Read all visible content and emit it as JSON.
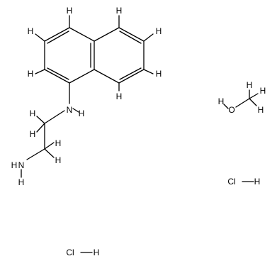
{
  "structure": {
    "ring_hydrogens": [
      "H",
      "H",
      "H",
      "H",
      "H",
      "H",
      "H"
    ],
    "amine_n": "N",
    "amine_h": "H",
    "chain_hydrogens": [
      "H",
      "H",
      "H",
      "H"
    ],
    "terminal_amine_n": "N",
    "terminal_amine_h_top": "H",
    "terminal_amine_h_bottom": "H"
  },
  "methanol": {
    "h_left": "H",
    "o": "O",
    "h_top": "H",
    "h_right": "H",
    "h_bottom": "H"
  },
  "hcl_1": {
    "cl": "Cl",
    "h": "H"
  },
  "hcl_2": {
    "cl": "Cl",
    "h": "H"
  }
}
